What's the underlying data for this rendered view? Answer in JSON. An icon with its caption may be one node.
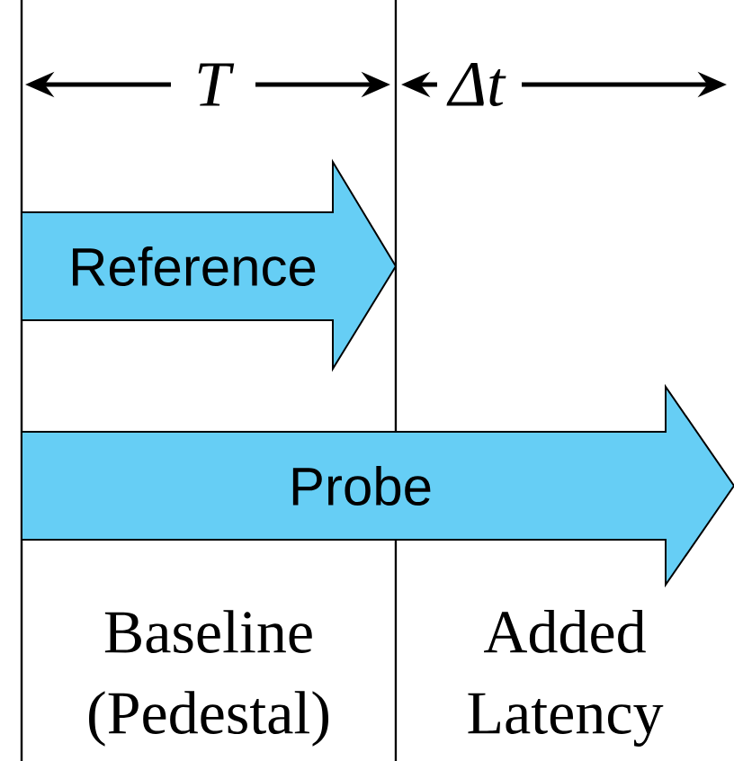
{
  "diagram": {
    "nodes": [
      {
        "text": [
          "Reference"
        ]
      },
      {
        "text": [
          "Probe"
        ]
      }
    ],
    "labels": [
      "T",
      "Δt",
      "Baseline (Pedestal)",
      "Added Latency"
    ]
  }
}
